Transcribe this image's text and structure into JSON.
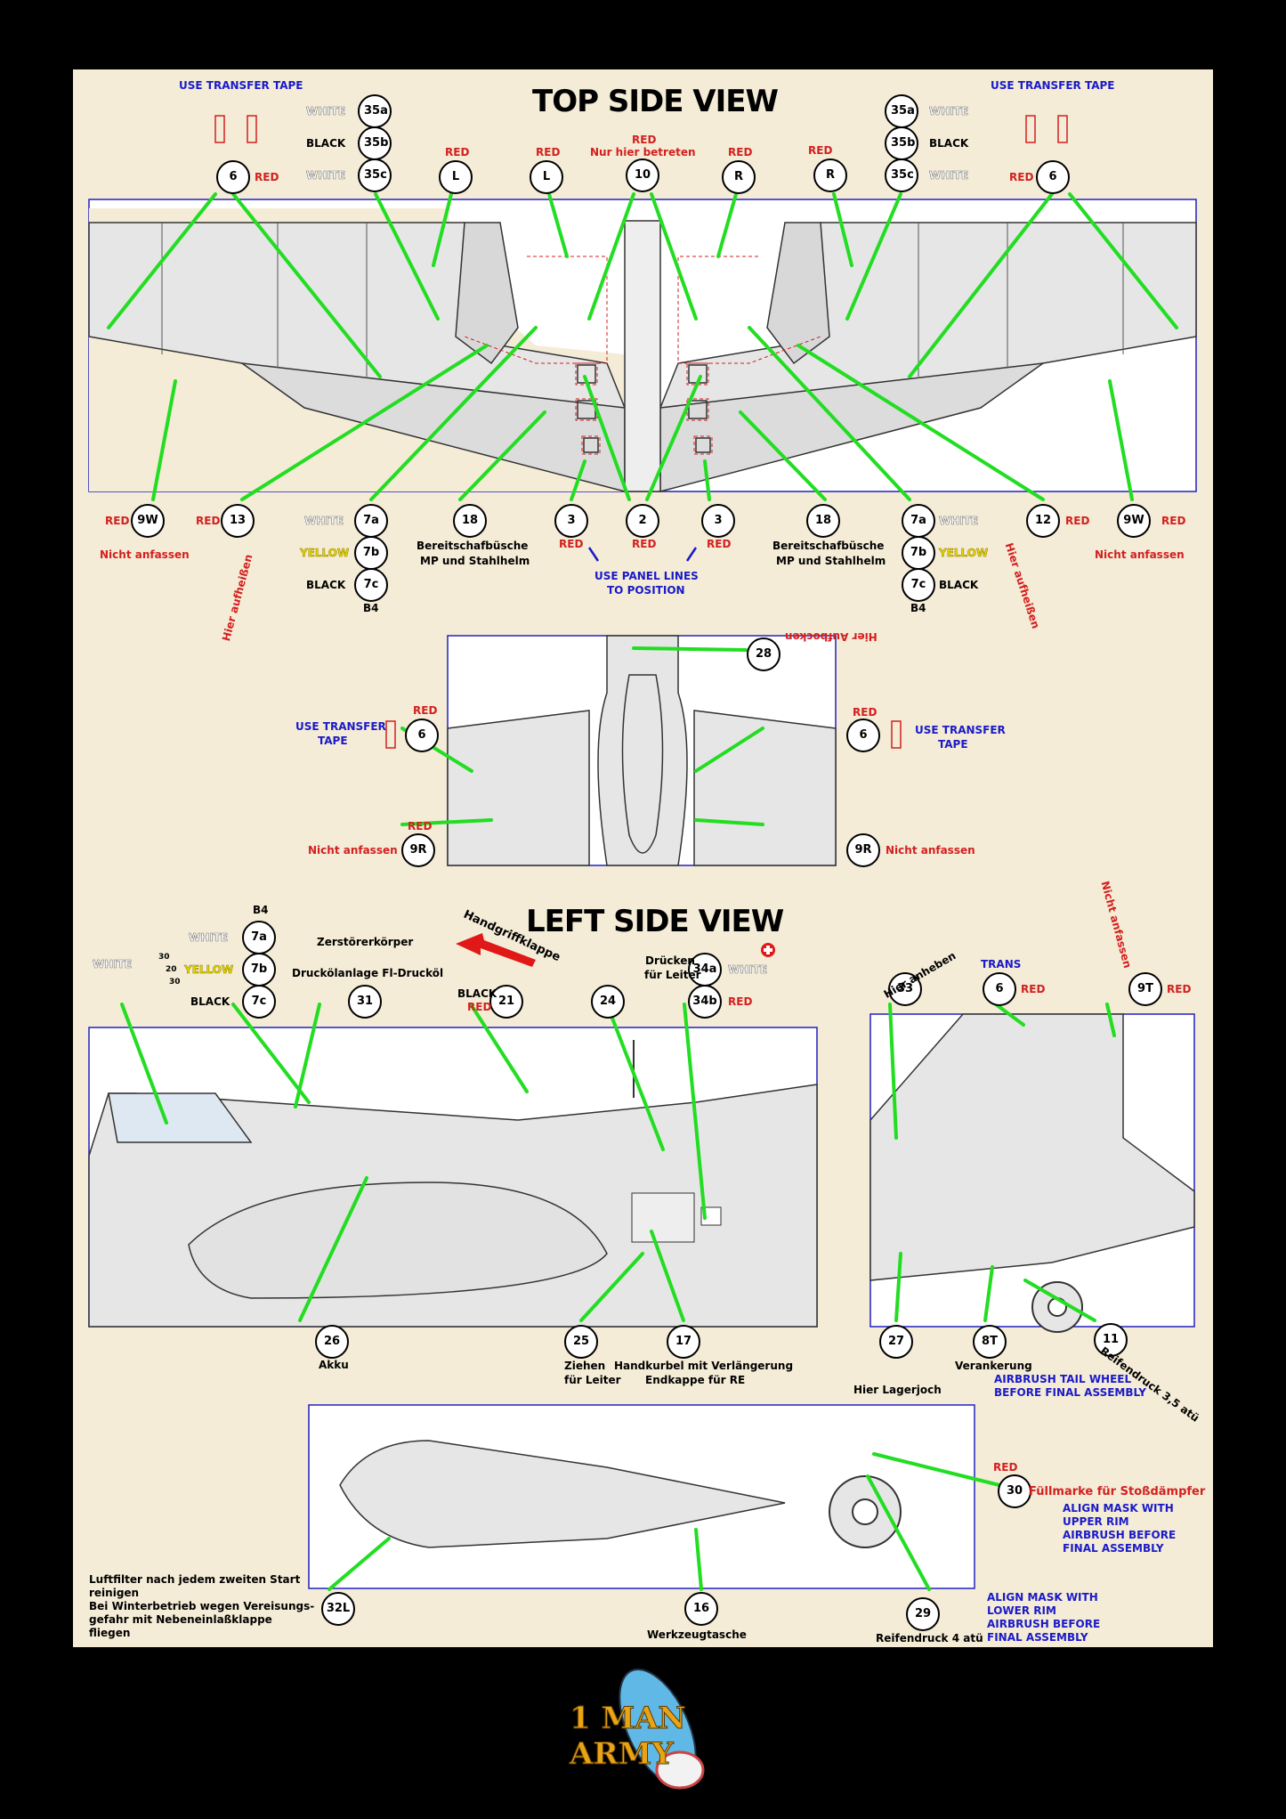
{
  "titles": {
    "top": "TOP SIDE VIEW",
    "left": "LEFT SIDE VIEW"
  },
  "top": {
    "transfer_tape_l": "USE TRANSFER TAPE",
    "transfer_tape_r": "USE TRANSFER TAPE",
    "c35a_l": "35a",
    "c35b_l": "35b",
    "c35c_l": "35c",
    "c35a_r": "35a",
    "c35b_r": "35b",
    "c35c_r": "35c",
    "white": "WHITE",
    "black": "BLACK",
    "red": "RED",
    "yellow": "YELLOW",
    "c6": "6",
    "cL": "L",
    "cR": "R",
    "c10": "10",
    "nur_hier": "Nur hier betreten",
    "c9W": "9W",
    "c13": "13",
    "c12": "12",
    "c7a": "7a",
    "c7b": "7b",
    "c7c": "7c",
    "c18": "18",
    "c3": "3",
    "c2": "2",
    "b4": "B4",
    "nicht_anfassen": "Nicht anfassen",
    "hier_aufheissen": "Hier aufheißen",
    "bereit1": "Bereitschafbüsche",
    "bereit2": "MP und Stahlhelm",
    "panel1": "USE PANEL LINES",
    "panel2": "TO POSITION"
  },
  "mid": {
    "c28": "28",
    "hier_aufbocken": "Hier Aufbocken",
    "c6": "6",
    "use_tt1": "USE TRANSFER",
    "use_tt2": "TAPE",
    "c9R": "9R",
    "nicht_anfassen": "Nicht anfassen"
  },
  "side": {
    "b4": "B4",
    "c7a": "7a",
    "c7b": "7b",
    "c7c": "7c",
    "c31": "31",
    "c21": "21",
    "c24": "24",
    "c34a": "34a",
    "c34b": "34b",
    "c33": "33",
    "c6": "6",
    "c9T": "9T",
    "zerst": "Zerstörerkörper",
    "druck": "Druckölanlage Fl-Drucköl",
    "handgriff": "Handgriffklappe",
    "drucken1": "Drücken",
    "drucken2": "für Leiter",
    "hier_anheben": "Hier anheben",
    "trans": "TRANS",
    "c26": "26",
    "akku": "Akku",
    "c25": "25",
    "ziehen1": "Ziehen",
    "ziehen2": "für Leiter",
    "c17": "17",
    "hand1": "Handkurbel mit Verlängerung",
    "hand2": "Endkappe für RE",
    "c27": "27",
    "hier_lager": "Hier Lagerjoch",
    "c8T": "8T",
    "verank": "Verankerung",
    "c11": "11",
    "reifen35": "Reifendruck 3,5 atü",
    "air1": "AIRBRUSH TAIL WHEEL",
    "air2": "BEFORE FINAL ASSEMBLY",
    "tick30a": "30",
    "tick20": "20",
    "tick30b": "30"
  },
  "bottom": {
    "c30": "30",
    "full": "Füllmarke für Stoßdämpfer",
    "am1": "ALIGN MASK WITH",
    "am2": "UPPER RIM",
    "am3": "AIRBRUSH BEFORE",
    "am4": "FINAL ASSEMBLY",
    "c32L": "32L",
    "luft1": "Luftfilter nach jedem zweiten Start",
    "luft2": "reinigen",
    "luft3": "Bei Winterbetrieb wegen Vereisungs-",
    "luft4": "gefahr mit Nebeneinlaßklappe",
    "luft5": "fliegen",
    "c16": "16",
    "werkzeug": "Werkzeugtasche",
    "c29": "29",
    "reifen4": "Reifendruck 4 atü",
    "lm1": "ALIGN MASK WITH",
    "lm2": "LOWER RIM",
    "lm3": "AIRBRUSH BEFORE",
    "lm4": "FINAL ASSEMBLY"
  },
  "logo": {
    "line1": "1 MAN",
    "line2": "ARMY"
  },
  "colors": {
    "leader": "#22dd22",
    "frame": "#2020c0",
    "decal": "#d32020",
    "panel": "#e6e6e6"
  }
}
